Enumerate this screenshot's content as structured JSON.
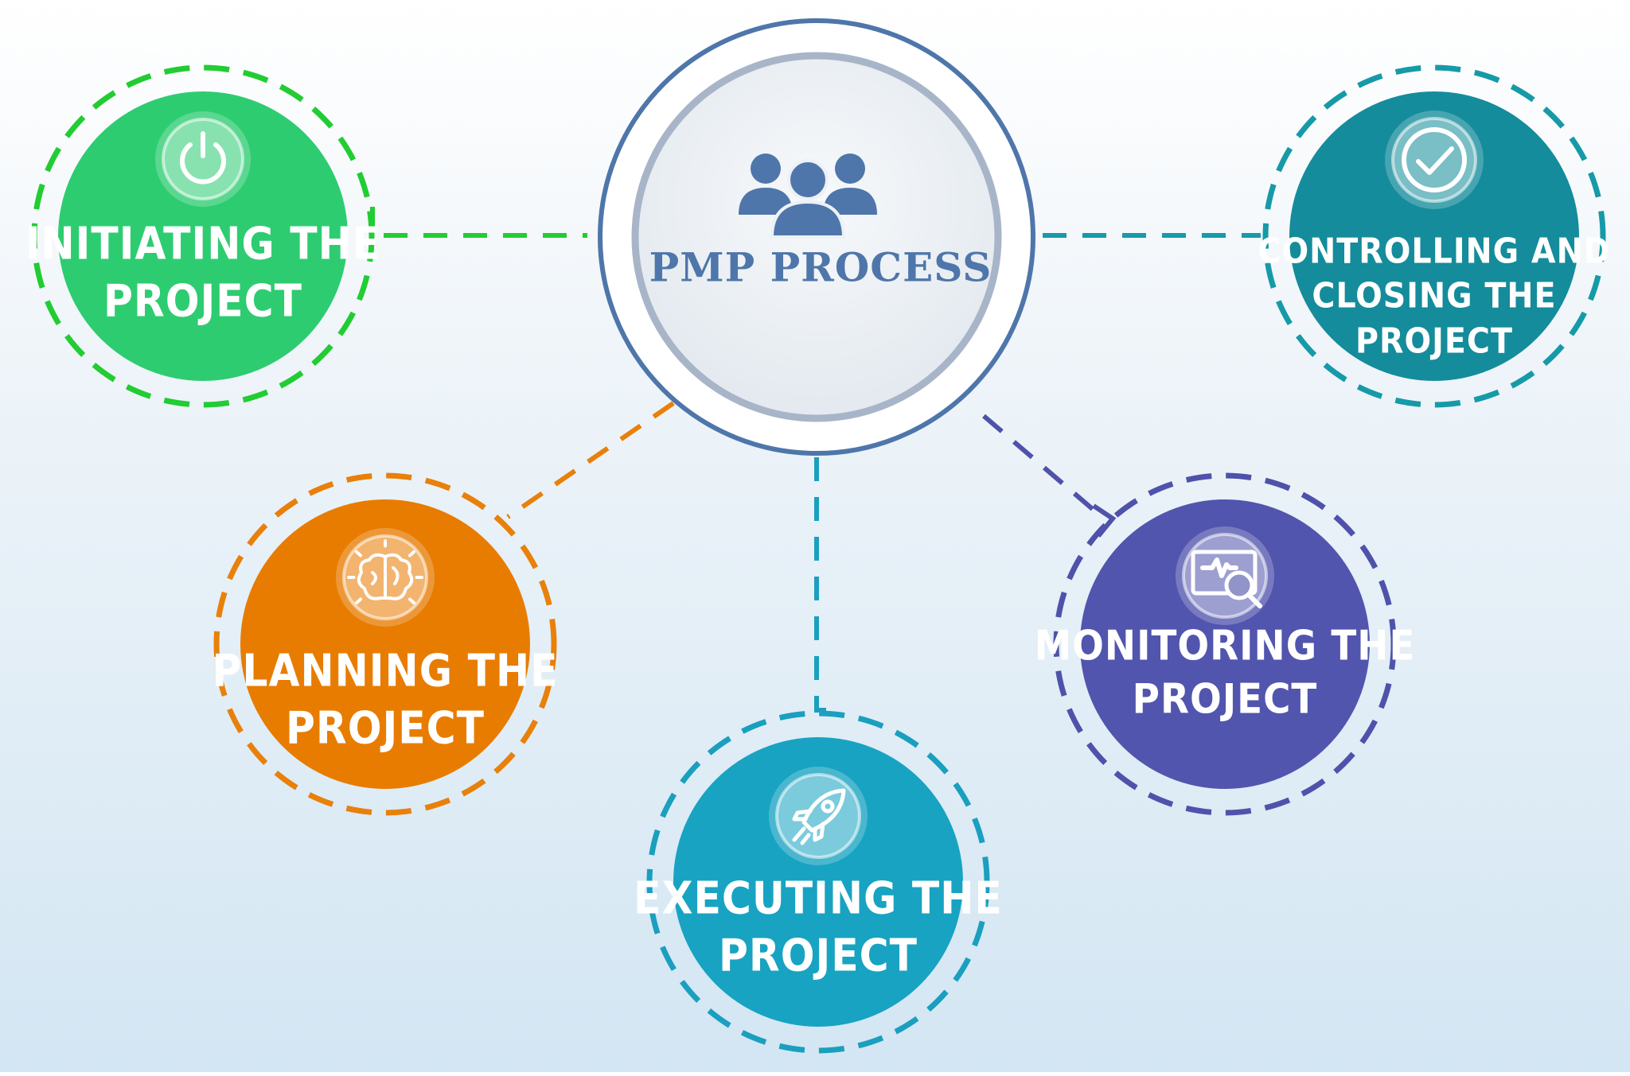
{
  "center": {
    "title": "PMP PROCESS",
    "icon": "team-icon",
    "color": "#4e76aa"
  },
  "stages": [
    {
      "id": "initiating",
      "line1": "INITIATING THE",
      "line2": "PROJECT",
      "icon": "power-icon",
      "color": "#2ecc71",
      "dash_color": "#22cc33"
    },
    {
      "id": "planning",
      "line1": "PLANNING THE",
      "line2": "PROJECT",
      "icon": "brain-icon",
      "color": "#e87c00",
      "dash_color": "#e8800a"
    },
    {
      "id": "executing",
      "line1": "EXECUTING THE",
      "line2": "PROJECT",
      "icon": "rocket-icon",
      "color": "#18a3c2",
      "dash_color": "#1a9fbf"
    },
    {
      "id": "monitoring",
      "line1": "MONITORING THE",
      "line2": "PROJECT",
      "icon": "monitor-search-icon",
      "color": "#5255ae",
      "dash_color": "#4f52aa"
    },
    {
      "id": "controlling",
      "line1": "CONTROLLING AND",
      "line2": "CLOSING THE",
      "line3": "PROJECT",
      "icon": "check-icon",
      "color": "#148c9b",
      "dash_color": "#169aa8"
    }
  ]
}
